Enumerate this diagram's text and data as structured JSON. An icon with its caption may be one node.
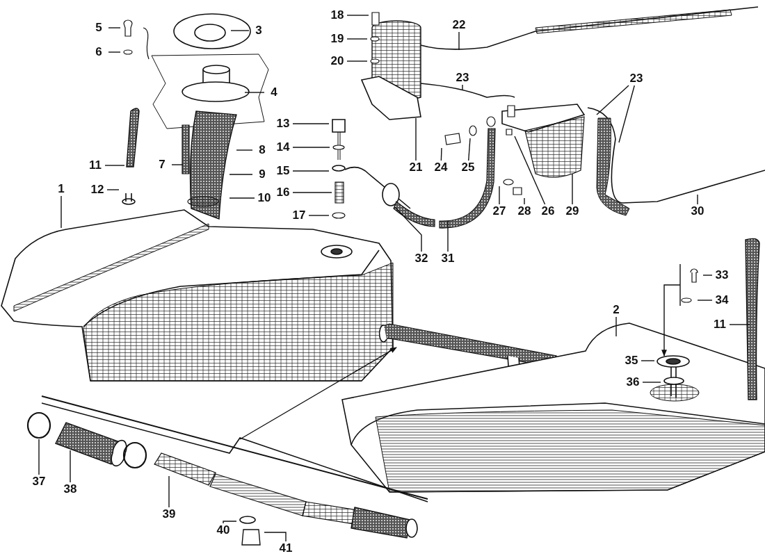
{
  "diagram": {
    "nodes": [
      {
        "text": [
          "1"
        ]
      },
      {
        "text": [
          "2"
        ]
      },
      {
        "text": [
          "3"
        ]
      },
      {
        "text": [
          "4"
        ]
      },
      {
        "text": [
          "5"
        ]
      },
      {
        "text": [
          "6"
        ]
      },
      {
        "text": [
          "7"
        ]
      },
      {
        "text": [
          "8"
        ]
      },
      {
        "text": [
          "9"
        ]
      },
      {
        "text": [
          "10"
        ]
      },
      {
        "text": [
          "11"
        ]
      },
      {
        "text": [
          "12"
        ]
      },
      {
        "text": [
          "13"
        ]
      },
      {
        "text": [
          "14"
        ]
      },
      {
        "text": [
          "15"
        ]
      },
      {
        "text": [
          "16"
        ]
      },
      {
        "text": [
          "17"
        ]
      },
      {
        "text": [
          "18"
        ]
      },
      {
        "text": [
          "19"
        ]
      },
      {
        "text": [
          "20"
        ]
      },
      {
        "text": [
          "21"
        ]
      },
      {
        "text": [
          "22"
        ]
      },
      {
        "text": [
          "23"
        ]
      },
      {
        "text": [
          "23"
        ]
      },
      {
        "text": [
          "24"
        ]
      },
      {
        "text": [
          "25"
        ]
      },
      {
        "text": [
          "26"
        ]
      },
      {
        "text": [
          "27"
        ]
      },
      {
        "text": [
          "28"
        ]
      },
      {
        "text": [
          "29"
        ]
      },
      {
        "text": [
          "30"
        ]
      },
      {
        "text": [
          "31"
        ]
      },
      {
        "text": [
          "32"
        ]
      },
      {
        "text": [
          "33"
        ]
      },
      {
        "text": [
          "34"
        ]
      },
      {
        "text": [
          "11"
        ]
      },
      {
        "text": [
          "35"
        ]
      },
      {
        "text": [
          "36"
        ]
      },
      {
        "text": [
          "37"
        ]
      },
      {
        "text": [
          "38"
        ]
      },
      {
        "text": [
          "39"
        ]
      },
      {
        "text": [
          "40"
        ]
      },
      {
        "text": [
          "41"
        ]
      }
    ],
    "edges": [
      {
        "from": 0,
        "to": null,
        "arrow": "none"
      },
      {
        "from": 1,
        "to": null,
        "arrow": "none"
      },
      {
        "from": 2,
        "to": null,
        "arrow": "none"
      },
      {
        "from": 3,
        "to": null,
        "arrow": "none"
      },
      {
        "from": 4,
        "to": null,
        "arrow": "none"
      },
      {
        "from": 5,
        "to": null,
        "arrow": "none"
      },
      {
        "from": 6,
        "to": null,
        "arrow": "none"
      },
      {
        "from": 7,
        "to": null,
        "arrow": "none"
      },
      {
        "from": 8,
        "to": null,
        "arrow": "none"
      },
      {
        "from": 9,
        "to": null,
        "arrow": "none"
      },
      {
        "from": 10,
        "to": null,
        "arrow": "none"
      },
      {
        "from": 11,
        "to": null,
        "arrow": "none"
      },
      {
        "from": 12,
        "to": null,
        "arrow": "none"
      },
      {
        "from": 13,
        "to": null,
        "arrow": "none"
      },
      {
        "from": 14,
        "to": null,
        "arrow": "none"
      },
      {
        "from": 15,
        "to": null,
        "arrow": "none"
      },
      {
        "from": 16,
        "to": null,
        "arrow": "none"
      },
      {
        "from": 17,
        "to": null,
        "arrow": "none"
      },
      {
        "from": 18,
        "to": null,
        "arrow": "none"
      },
      {
        "from": 19,
        "to": null,
        "arrow": "none"
      },
      {
        "from": 20,
        "to": null,
        "arrow": "none"
      },
      {
        "from": 21,
        "to": null,
        "arrow": "none"
      },
      {
        "from": 22,
        "to": null,
        "arrow": "none"
      },
      {
        "from": 23,
        "to": null,
        "arrow": "none"
      },
      {
        "from": 23,
        "to": null,
        "arrow": "none"
      },
      {
        "from": 24,
        "to": null,
        "arrow": "none"
      },
      {
        "from": 25,
        "to": null,
        "arrow": "none"
      },
      {
        "from": 26,
        "to": null,
        "arrow": "none"
      },
      {
        "from": 27,
        "to": null,
        "arrow": "none"
      },
      {
        "from": 28,
        "to": null,
        "arrow": "none"
      },
      {
        "from": 29,
        "to": null,
        "arrow": "none"
      },
      {
        "from": 30,
        "to": null,
        "arrow": "none"
      },
      {
        "from": 31,
        "to": null,
        "arrow": "none"
      },
      {
        "from": 32,
        "to": null,
        "arrow": "none"
      },
      {
        "from": 33,
        "to": null,
        "arrow": "none"
      },
      {
        "from": 34,
        "to": null,
        "arrow": "none"
      },
      {
        "from": 35,
        "to": null,
        "arrow": "none"
      },
      {
        "from": 36,
        "to": null,
        "arrow": "none"
      },
      {
        "from": 37,
        "to": null,
        "arrow": "none"
      },
      {
        "from": 38,
        "to": null,
        "arrow": "none"
      },
      {
        "from": 39,
        "to": null,
        "arrow": "none"
      },
      {
        "from": 40,
        "to": null,
        "arrow": "none"
      },
      {
        "from": 41,
        "to": null,
        "arrow": "none"
      },
      {
        "from": 42,
        "to": null,
        "arrow": "none"
      }
    ]
  }
}
